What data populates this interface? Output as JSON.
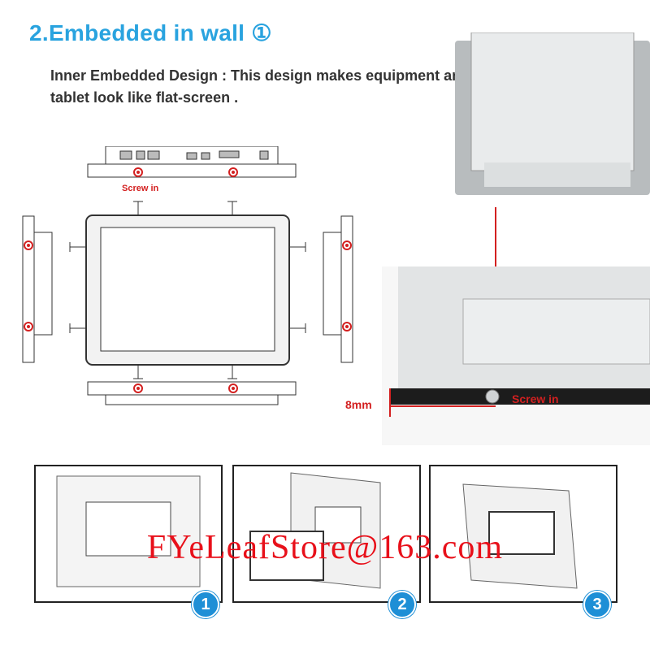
{
  "header": {
    "title": "2.Embedded in wall ①",
    "description": "Inner Embedded Design : This design makes equipment and tablet look like flat-screen ."
  },
  "diagram": {
    "screw_label": "Screw in"
  },
  "photo": {
    "depth_label": "8mm",
    "screw_label": "Screw in"
  },
  "steps": [
    {
      "number": "1"
    },
    {
      "number": "2"
    },
    {
      "number": "3"
    }
  ],
  "watermark": "FYeLeafStore@163.com",
  "colors": {
    "accent": "#29a3df",
    "marker": "#d32020",
    "badge": "#1e8fd6",
    "watermark": "#e8101a"
  }
}
